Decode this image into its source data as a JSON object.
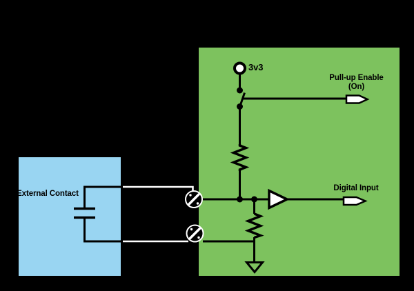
{
  "colors": {
    "background": "#000000",
    "internal_box_fill": "#7DC25E",
    "external_box_fill": "#99D5F2",
    "board_line": "#000000",
    "external_wire": "#FFFFFF",
    "symbol_fill": "#FFFFFF"
  },
  "internal_box": {
    "supply_label": "3v3",
    "pullup_enable_label_line1": "Pull-up Enable",
    "pullup_enable_label_line2": "(On)",
    "digital_input_label": "Digital Input",
    "icons": [
      "supply-terminal-icon",
      "switch-icon",
      "pullup-resistor-icon",
      "pulldown-resistor-icon",
      "buffer-icon",
      "ground-icon",
      "screw-terminal-icon",
      "signal-arrow-icon"
    ]
  },
  "external_box": {
    "label": "External Contact",
    "icons": [
      "contact-icon"
    ]
  }
}
